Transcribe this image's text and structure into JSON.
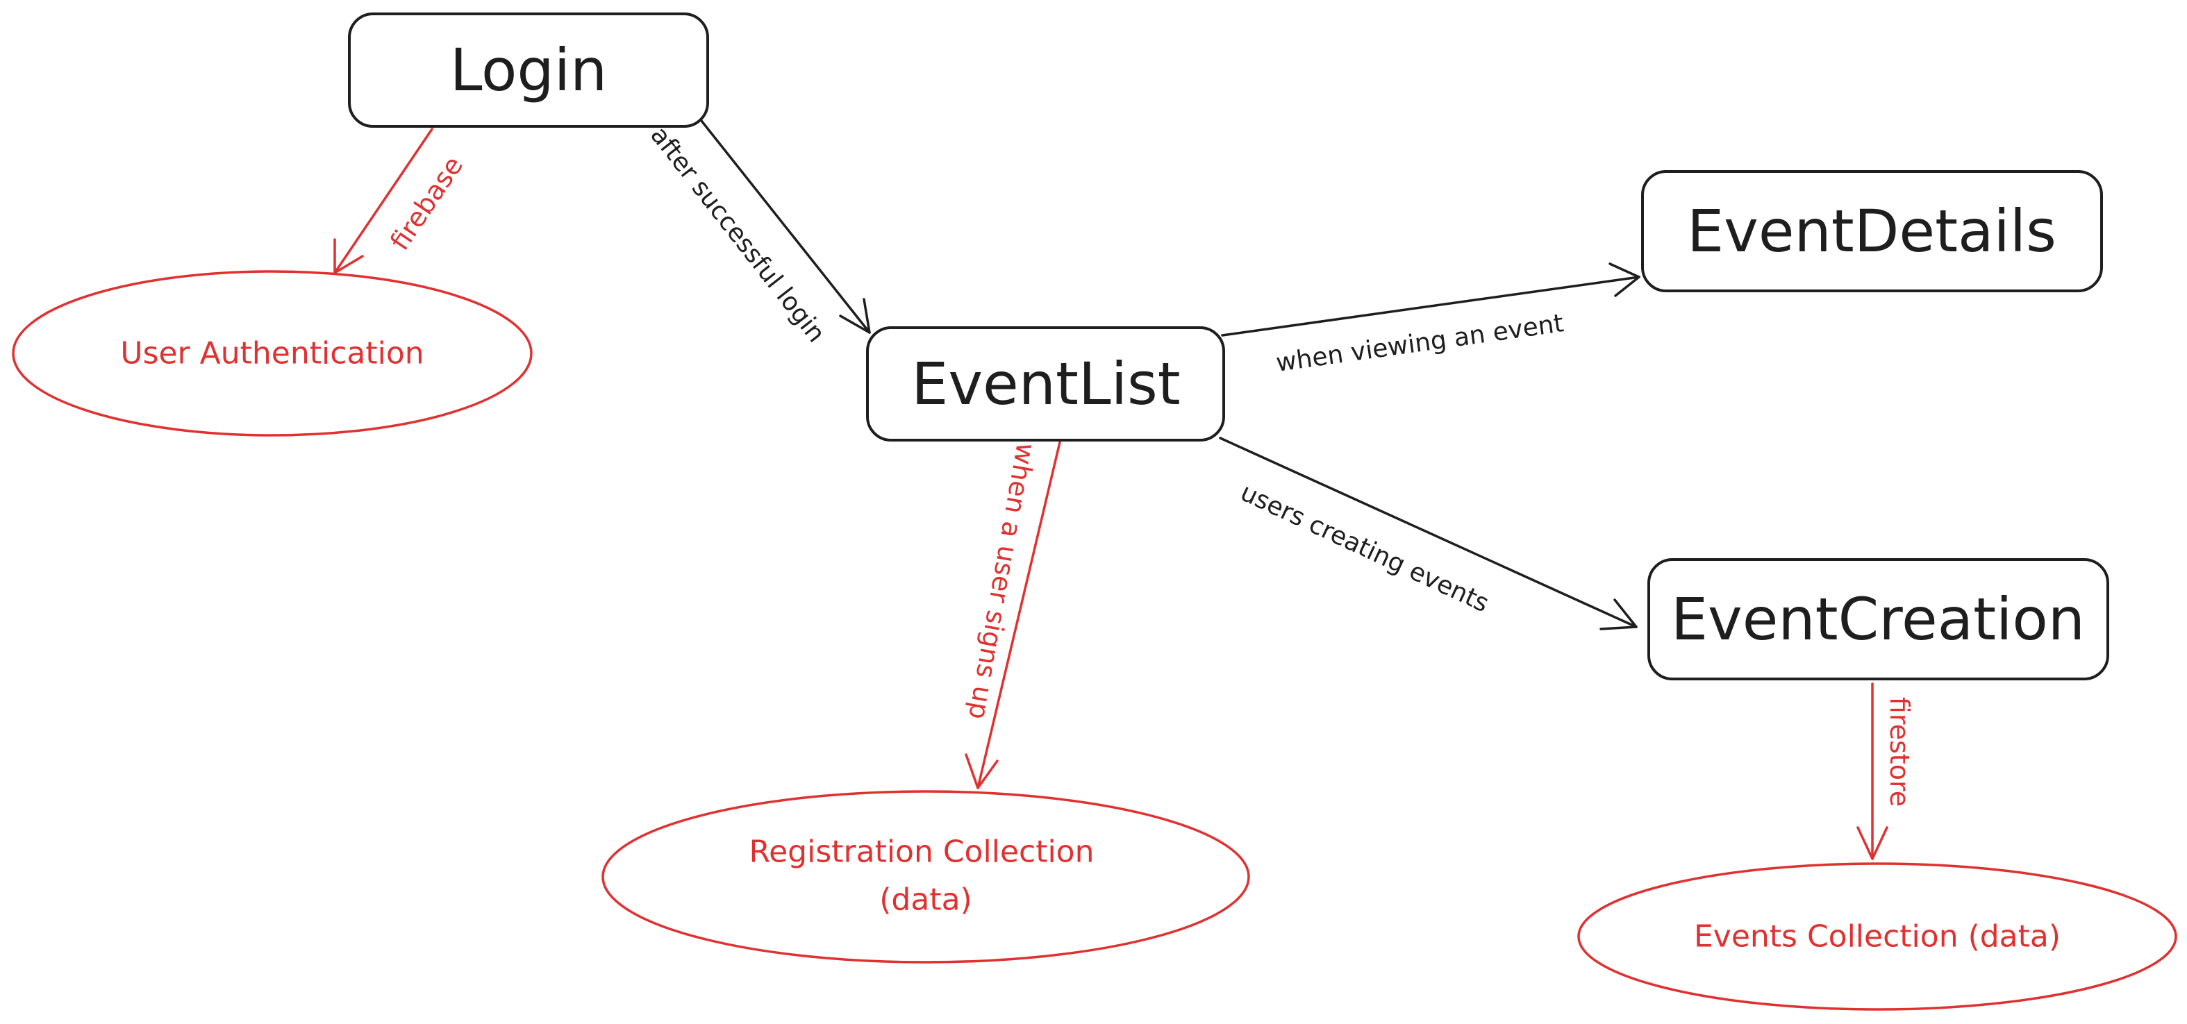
{
  "colors": {
    "ink": "#1e1e1e",
    "data_store": "#e03131"
  },
  "nodes": {
    "login": {
      "label": "Login"
    },
    "event_list": {
      "label": "EventList"
    },
    "event_details": {
      "label": "EventDetails"
    },
    "event_creation": {
      "label": "EventCreation"
    }
  },
  "stores": {
    "user_authentication": {
      "lines": [
        "User Authentication"
      ]
    },
    "registration_collection": {
      "lines": [
        "Registration Collection",
        "(data)"
      ]
    },
    "events_collection": {
      "lines": [
        "Events Collection (data)"
      ]
    }
  },
  "edges": {
    "login_to_auth": {
      "label": "firebase"
    },
    "login_to_eventlist": {
      "label": "after successful login"
    },
    "eventlist_to_details": {
      "label": "when viewing an event"
    },
    "eventlist_to_creation": {
      "label": "users creating events"
    },
    "eventlist_to_registration": {
      "label": "when a user signs up"
    },
    "creation_to_events": {
      "label": "firestore"
    }
  }
}
